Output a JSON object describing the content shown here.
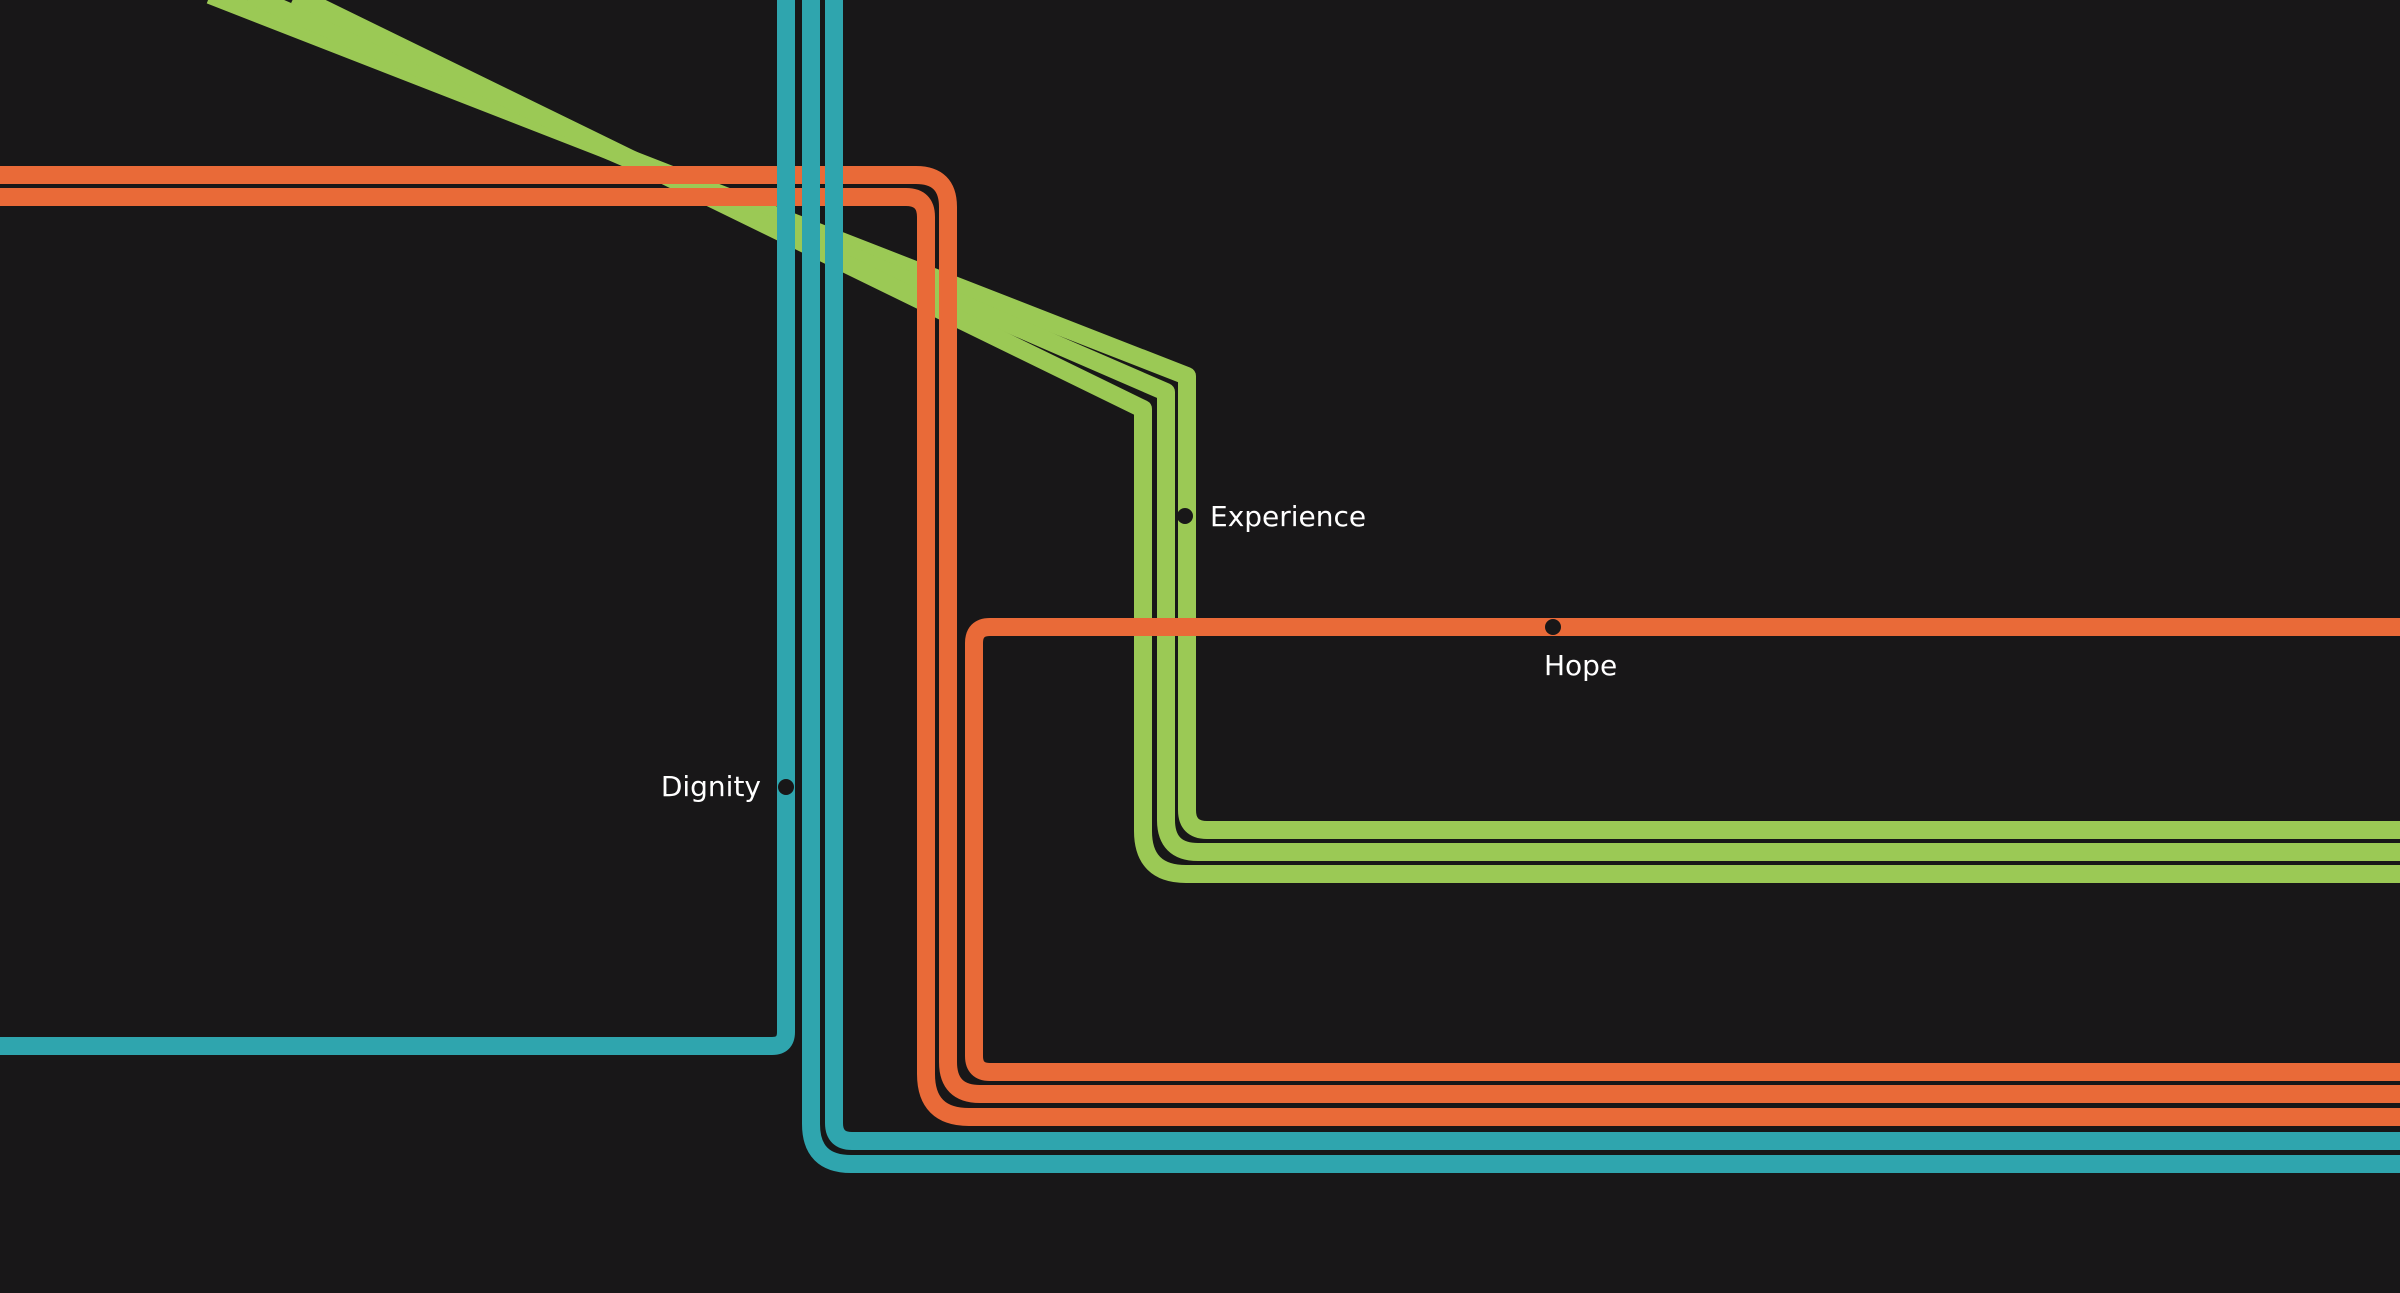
{
  "colors": {
    "background": "#181718",
    "green": "#9bc955",
    "orange": "#e96a38",
    "teal": "#2fa5ae",
    "station": "#181718",
    "label": "#ffffff"
  },
  "stations": {
    "experience": {
      "label": "Experience"
    },
    "hope": {
      "label": "Hope"
    },
    "dignity": {
      "label": "Dignity"
    }
  }
}
